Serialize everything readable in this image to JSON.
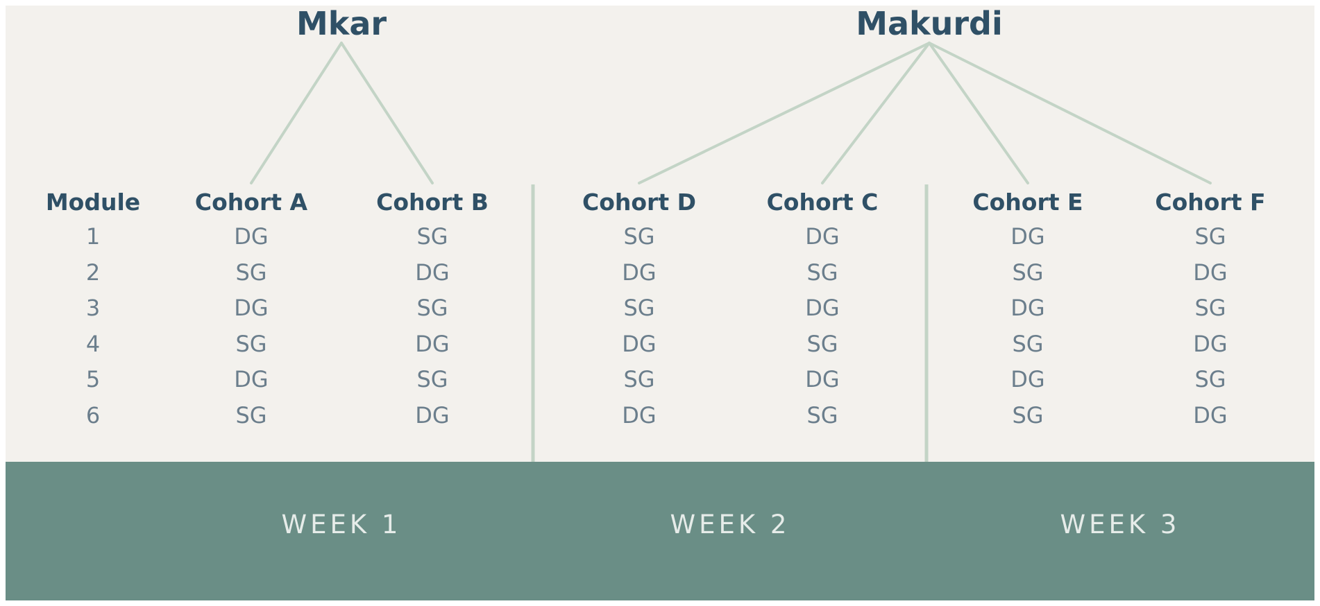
{
  "regions": [
    {
      "name": "Mkar",
      "cohorts": [
        "Cohort A",
        "Cohort B"
      ]
    },
    {
      "name": "Makurdi",
      "cohorts": [
        "Cohort D",
        "Cohort C",
        "Cohort E",
        "Cohort F"
      ]
    }
  ],
  "table": {
    "module_header": "Module",
    "modules": [
      "1",
      "2",
      "3",
      "4",
      "5",
      "6"
    ],
    "cohorts": [
      {
        "label": "Cohort A",
        "values": [
          "DG",
          "SG",
          "DG",
          "SG",
          "DG",
          "SG"
        ]
      },
      {
        "label": "Cohort B",
        "values": [
          "SG",
          "DG",
          "SG",
          "DG",
          "SG",
          "DG"
        ]
      },
      {
        "label": "Cohort D",
        "values": [
          "SG",
          "DG",
          "SG",
          "DG",
          "SG",
          "DG"
        ]
      },
      {
        "label": "Cohort C",
        "values": [
          "DG",
          "SG",
          "DG",
          "SG",
          "DG",
          "SG"
        ]
      },
      {
        "label": "Cohort E",
        "values": [
          "DG",
          "SG",
          "DG",
          "SG",
          "DG",
          "SG"
        ]
      },
      {
        "label": "Cohort F",
        "values": [
          "SG",
          "DG",
          "SG",
          "DG",
          "SG",
          "DG"
        ]
      }
    ]
  },
  "weeks": [
    "WEEK 1",
    "WEEK 2",
    "WEEK 3"
  ],
  "colors": {
    "background": "#f3f1ed",
    "band": "#6a8e86",
    "heading": "#2f5066",
    "cell_text": "#6b7e8c",
    "connector": "#c3d4c6",
    "week_text": "#e6ece9"
  }
}
